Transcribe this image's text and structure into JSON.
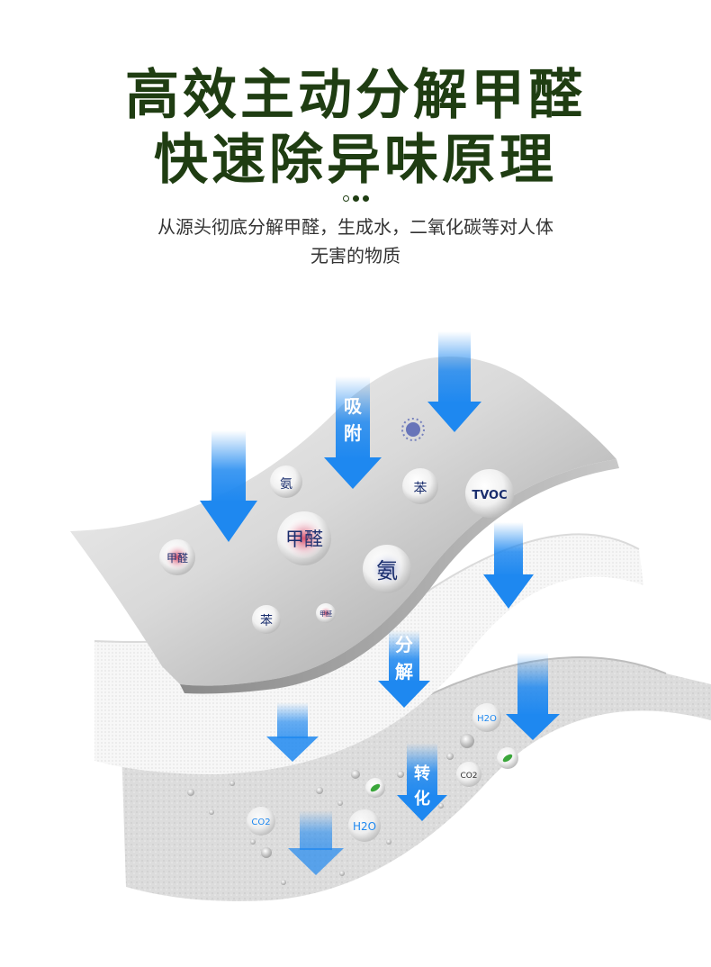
{
  "header": {
    "title_line1": "高效主动分解甲醛",
    "title_line2": "快速除异味原理",
    "subtitle_line1": "从源头彻底分解甲醛，生成水，二氧化碳等对人体",
    "subtitle_line2": "无害的物质"
  },
  "colors": {
    "title": "#1f3d12",
    "arrow": "#1e88f0",
    "molecule_text": "#1a2e6e"
  },
  "arrows": {
    "adsorb": "吸附",
    "decompose": "分解",
    "convert": "转化"
  },
  "molecules_top": {
    "ammonia_small": "氨",
    "benzene_right": "苯",
    "tvoc": "TVOC",
    "formaldehyde_big": "甲醛",
    "formaldehyde_left": "甲醛",
    "ammonia_big": "氨",
    "benzene_left": "苯",
    "formaldehyde_tiny": "甲醛"
  },
  "molecules_bottom": {
    "h2o_right": "H2O",
    "co2_right": "CO2",
    "co2_left": "CO2",
    "h2o_left": "H2O"
  }
}
